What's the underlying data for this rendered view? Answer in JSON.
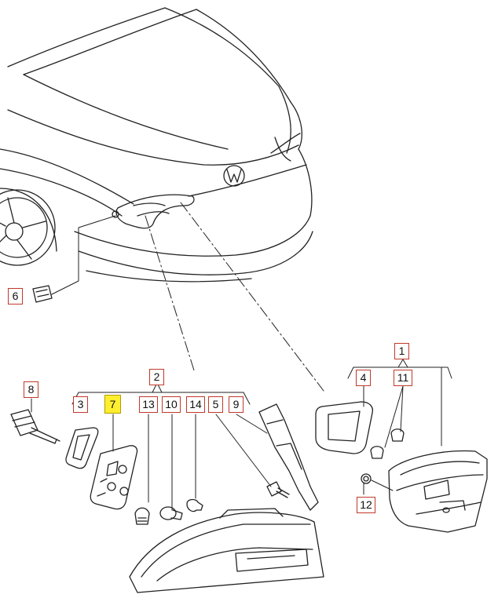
{
  "callouts": {
    "c1": "1",
    "c2": "2",
    "c3": "3",
    "c4": "4",
    "c5": "5",
    "c6": "6",
    "c7": "7",
    "c8": "8",
    "c9": "9",
    "c10": "10",
    "c11": "11",
    "c12": "12",
    "c13": "13",
    "c14": "14"
  },
  "highlighted_part": "7",
  "colors": {
    "line": "#222222",
    "callout_border": "#c0392b",
    "highlight": "#ffef2e"
  }
}
